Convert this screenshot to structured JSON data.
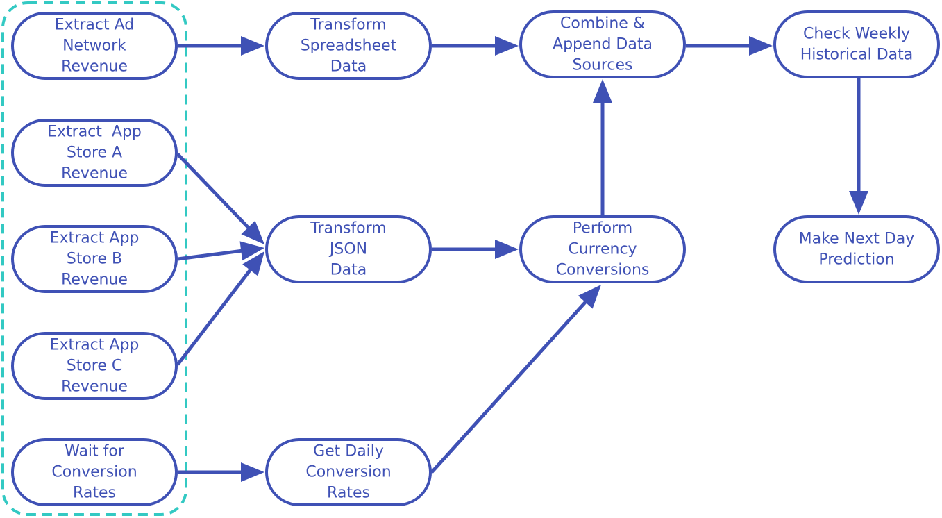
{
  "colors": {
    "node_stroke": "#3f51b5",
    "edge": "#3f51b5",
    "text": "#3f51b5",
    "group_border": "#33c9c3",
    "background": "#ffffff"
  },
  "nodes": [
    {
      "id": "extract-ad-network",
      "lines": [
        "Extract Ad",
        "Network",
        "Revenue"
      ]
    },
    {
      "id": "extract-app-store-a",
      "lines": [
        "Extract  App",
        "Store A",
        "Revenue"
      ]
    },
    {
      "id": "extract-app-store-b",
      "lines": [
        "Extract App",
        "Store B",
        "Revenue"
      ]
    },
    {
      "id": "extract-app-store-c",
      "lines": [
        "Extract App",
        "Store C",
        "Revenue"
      ]
    },
    {
      "id": "wait-conversion-rates",
      "lines": [
        "Wait for",
        "Conversion",
        "Rates"
      ]
    },
    {
      "id": "transform-spreadsheet",
      "lines": [
        "Transform",
        "Spreadsheet",
        "Data"
      ]
    },
    {
      "id": "transform-json",
      "lines": [
        "Transform",
        "JSON",
        "Data"
      ]
    },
    {
      "id": "get-daily-conversion",
      "lines": [
        "Get Daily",
        "Conversion",
        "Rates"
      ]
    },
    {
      "id": "combine-append",
      "lines": [
        "Combine &",
        "Append Data",
        "Sources"
      ]
    },
    {
      "id": "currency-conversions",
      "lines": [
        "Perform",
        "Currency",
        "Conversions"
      ]
    },
    {
      "id": "check-weekly",
      "lines": [
        "Check Weekly",
        "Historical Data"
      ]
    },
    {
      "id": "next-day-prediction",
      "lines": [
        "Make Next Day",
        "Prediction"
      ]
    }
  ],
  "edges": [
    {
      "from": "extract-ad-network",
      "to": "transform-spreadsheet"
    },
    {
      "from": "extract-app-store-a",
      "to": "transform-json"
    },
    {
      "from": "extract-app-store-b",
      "to": "transform-json"
    },
    {
      "from": "extract-app-store-c",
      "to": "transform-json"
    },
    {
      "from": "wait-conversion-rates",
      "to": "get-daily-conversion"
    },
    {
      "from": "transform-spreadsheet",
      "to": "combine-append"
    },
    {
      "from": "transform-json",
      "to": "currency-conversions"
    },
    {
      "from": "get-daily-conversion",
      "to": "currency-conversions"
    },
    {
      "from": "currency-conversions",
      "to": "combine-append"
    },
    {
      "from": "combine-append",
      "to": "check-weekly"
    },
    {
      "from": "check-weekly",
      "to": "next-day-prediction"
    }
  ]
}
